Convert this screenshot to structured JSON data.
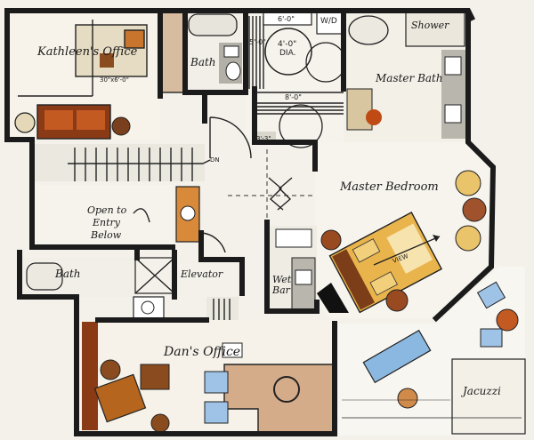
{
  "labels": {
    "kathleens_office": "Kathleen's Office",
    "kathleens_dim": "30\"x6'-0\"",
    "bath_top": "Bath",
    "wd": "W/D",
    "shower": "Shower",
    "master_bath": "Master Bath",
    "dim_6_0": "6'-0\"",
    "dim_5_0": "5'-0\"",
    "dim_4_0_dia": "4'-0\"",
    "dia": "DIA.",
    "dim_8_0": "8'-0\"",
    "dim_3_3": "3'-3\"",
    "dn": "DN",
    "open_to_entry_line1": "Open to",
    "open_to_entry_line2": "Entry",
    "open_to_entry_line3": "Below",
    "master_bedroom": "Master Bedroom",
    "view": "VIEW",
    "bath_left": "Bath",
    "elevator": "Elevator",
    "wet_bar_line1": "Wet",
    "wet_bar_line2": "Bar",
    "dans_office": "Dan's Office",
    "jacuzzi": "Jacuzzi"
  },
  "colors": {
    "paper": "#f4f1ea",
    "wall": "#1b1b1b",
    "wood": "#a0522d",
    "wood_dark": "#6b3417",
    "amber": "#e0a030",
    "blue": "#7fa8cf",
    "blue_dark": "#3b6e9e",
    "gray": "#b9b6ad",
    "cream": "#efe4c8"
  }
}
